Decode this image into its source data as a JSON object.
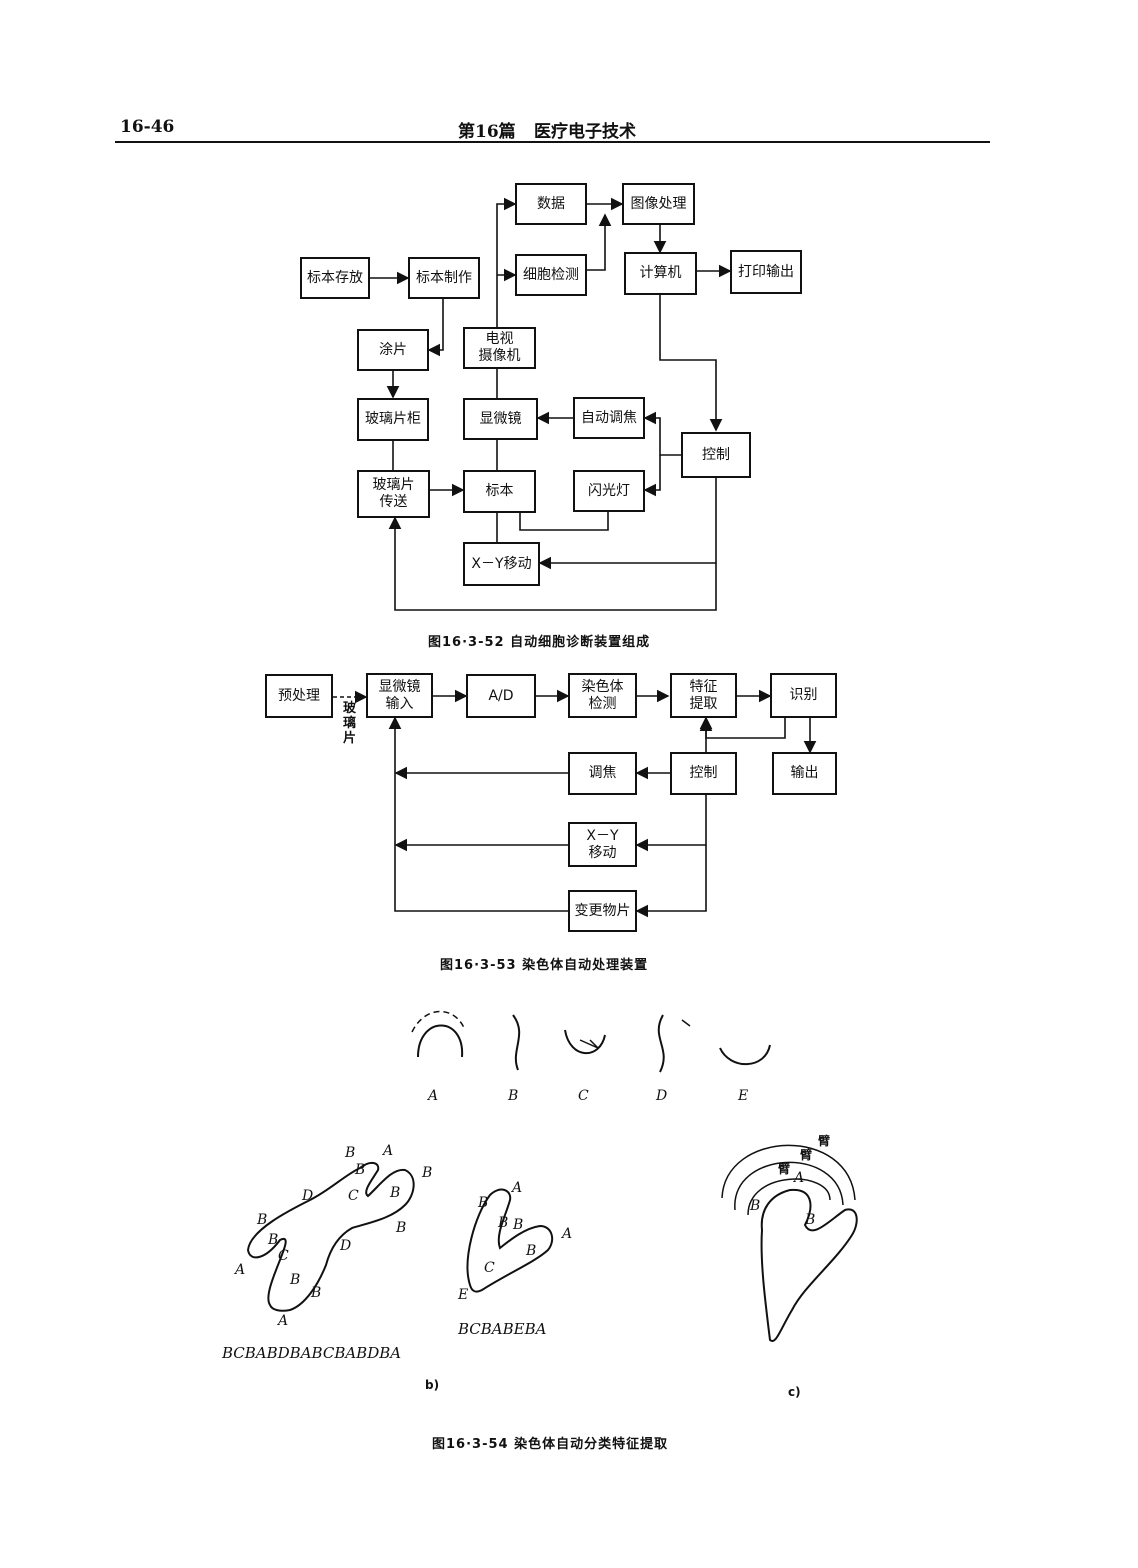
{
  "header": {
    "page_number": "16-46",
    "part_title": "第16篇",
    "section_title": "医疗电子技术"
  },
  "fig52": {
    "caption": "图16·3-52  自动细胞诊断装置组成",
    "boxes": {
      "specimen_storage": "标本存放",
      "specimen_prep": "标本制作",
      "smear": "涂片",
      "slide_cabinet": "玻璃片柜",
      "slide_transfer_l1": "玻璃片",
      "slide_transfer_l2": "传送",
      "data": "数据",
      "cell_detect": "细胞检测",
      "image_proc": "图像处理",
      "computer": "计算机",
      "print_out": "打印输出",
      "tv_camera_l1": "电视",
      "tv_camera_l2": "摄像机",
      "microscope": "显微镜",
      "auto_focus": "自动调焦",
      "control": "控制",
      "specimen": "标本",
      "flash": "闪光灯",
      "xy_move": "X－Y移动"
    }
  },
  "fig53": {
    "caption": "图16·3-53  染色体自动处理装置",
    "boxes": {
      "preprocess": "预处理",
      "micro_in_l1": "显微镜",
      "micro_in_l2": "输入",
      "ad": "A/D",
      "chrom_detect_l1": "染色体",
      "chrom_detect_l2": "检测",
      "feature_l1": "特征",
      "feature_l2": "提取",
      "recognize": "识别",
      "focus": "调焦",
      "control": "控制",
      "output": "输出",
      "xy_l1": "X－Y",
      "xy_l2": "移动",
      "change_slide": "变更物片"
    },
    "side_label": "玻\n璃\n片"
  },
  "fig54": {
    "caption": "图16·3-54  染色体自动分类特征提取",
    "primitives": [
      "A",
      "B",
      "C",
      "D",
      "E"
    ],
    "seq_b1": "BCBABDBABCBABDBA",
    "seq_b2": "BCBABEBA",
    "sub_b": "b)",
    "sub_c": "c)",
    "arm_label": "臂",
    "curve_labels_b1": [
      "B",
      "A",
      "B",
      "D",
      "C",
      "B",
      "B",
      "B",
      "B",
      "D",
      "A",
      "C",
      "B",
      "B",
      "A",
      "B"
    ],
    "curve_labels_b2": [
      "B",
      "A",
      "B",
      "B",
      "A",
      "B",
      "C",
      "E"
    ],
    "curve_labels_c": [
      "A",
      "B",
      "B"
    ]
  }
}
